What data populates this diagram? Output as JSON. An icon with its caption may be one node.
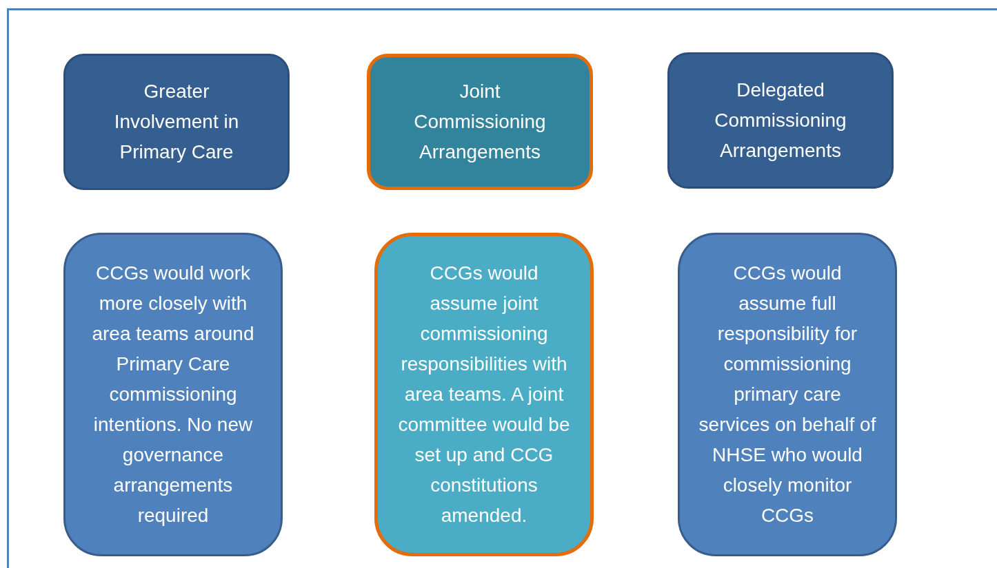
{
  "diagram": {
    "nodes": [
      {
        "text": [
          "Greater Involvement in Primary Care"
        ]
      },
      {
        "text": [
          "Joint Commissioning Arrangements"
        ]
      },
      {
        "text": [
          "Delegated Commissioning Arrangements"
        ]
      },
      {
        "text": [
          "CCGs would work more closely with area teams around Primary Care commissioning intentions. No new governance arrangements required"
        ]
      },
      {
        "text": [
          "CCGs would assume joint commissioning responsibilities with area teams. A joint committee would be set up and CCG constitutions amended."
        ]
      },
      {
        "text": [
          "CCGs would assume full responsibility for commissioning primary care services on behalf of NHSE who would closely monitor CCGs"
        ]
      }
    ],
    "edges": []
  }
}
